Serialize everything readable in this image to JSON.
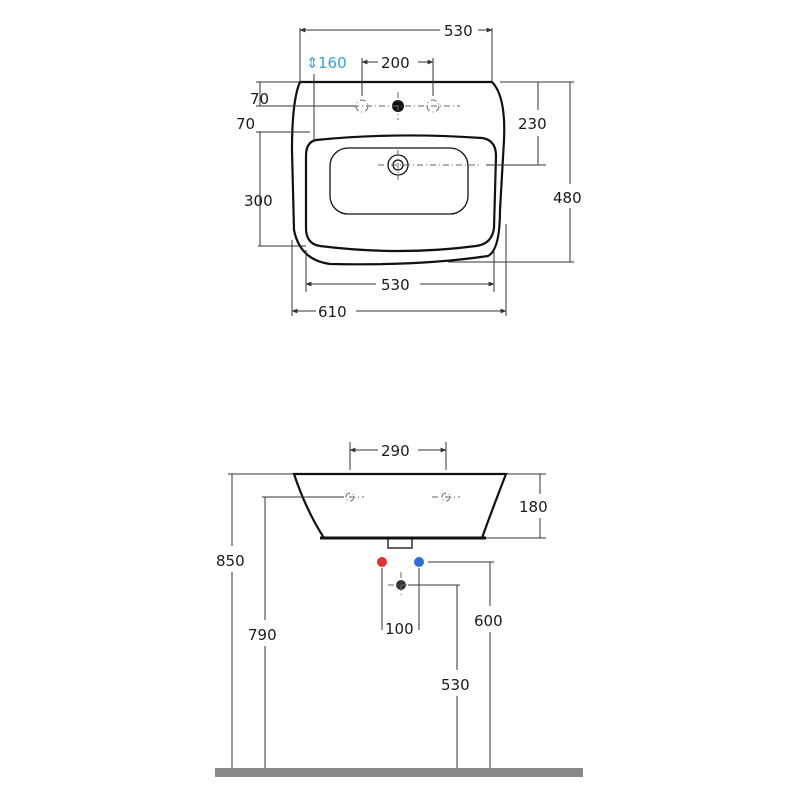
{
  "top_view": {
    "overall_width_top": "530",
    "faucet_spacing": "200",
    "depth_option": "160",
    "top_offset_1": "70",
    "top_offset_2": "70",
    "basin_height": "300",
    "bowl_depth": "230",
    "overall_depth": "480",
    "inner_width_bottom": "530",
    "overall_width": "610"
  },
  "side_view": {
    "hole_spacing": "290",
    "basin_height": "180",
    "floor_to_rim": "850",
    "floor_to_holes": "790",
    "supply_spacing": "100",
    "floor_to_supply": "600",
    "floor_to_drain": "530"
  },
  "colors": {
    "hot_supply": "#e0322f",
    "cold_supply": "#2f6fd0",
    "floor": "#888888",
    "accent_blue": "#3aa0d8"
  }
}
